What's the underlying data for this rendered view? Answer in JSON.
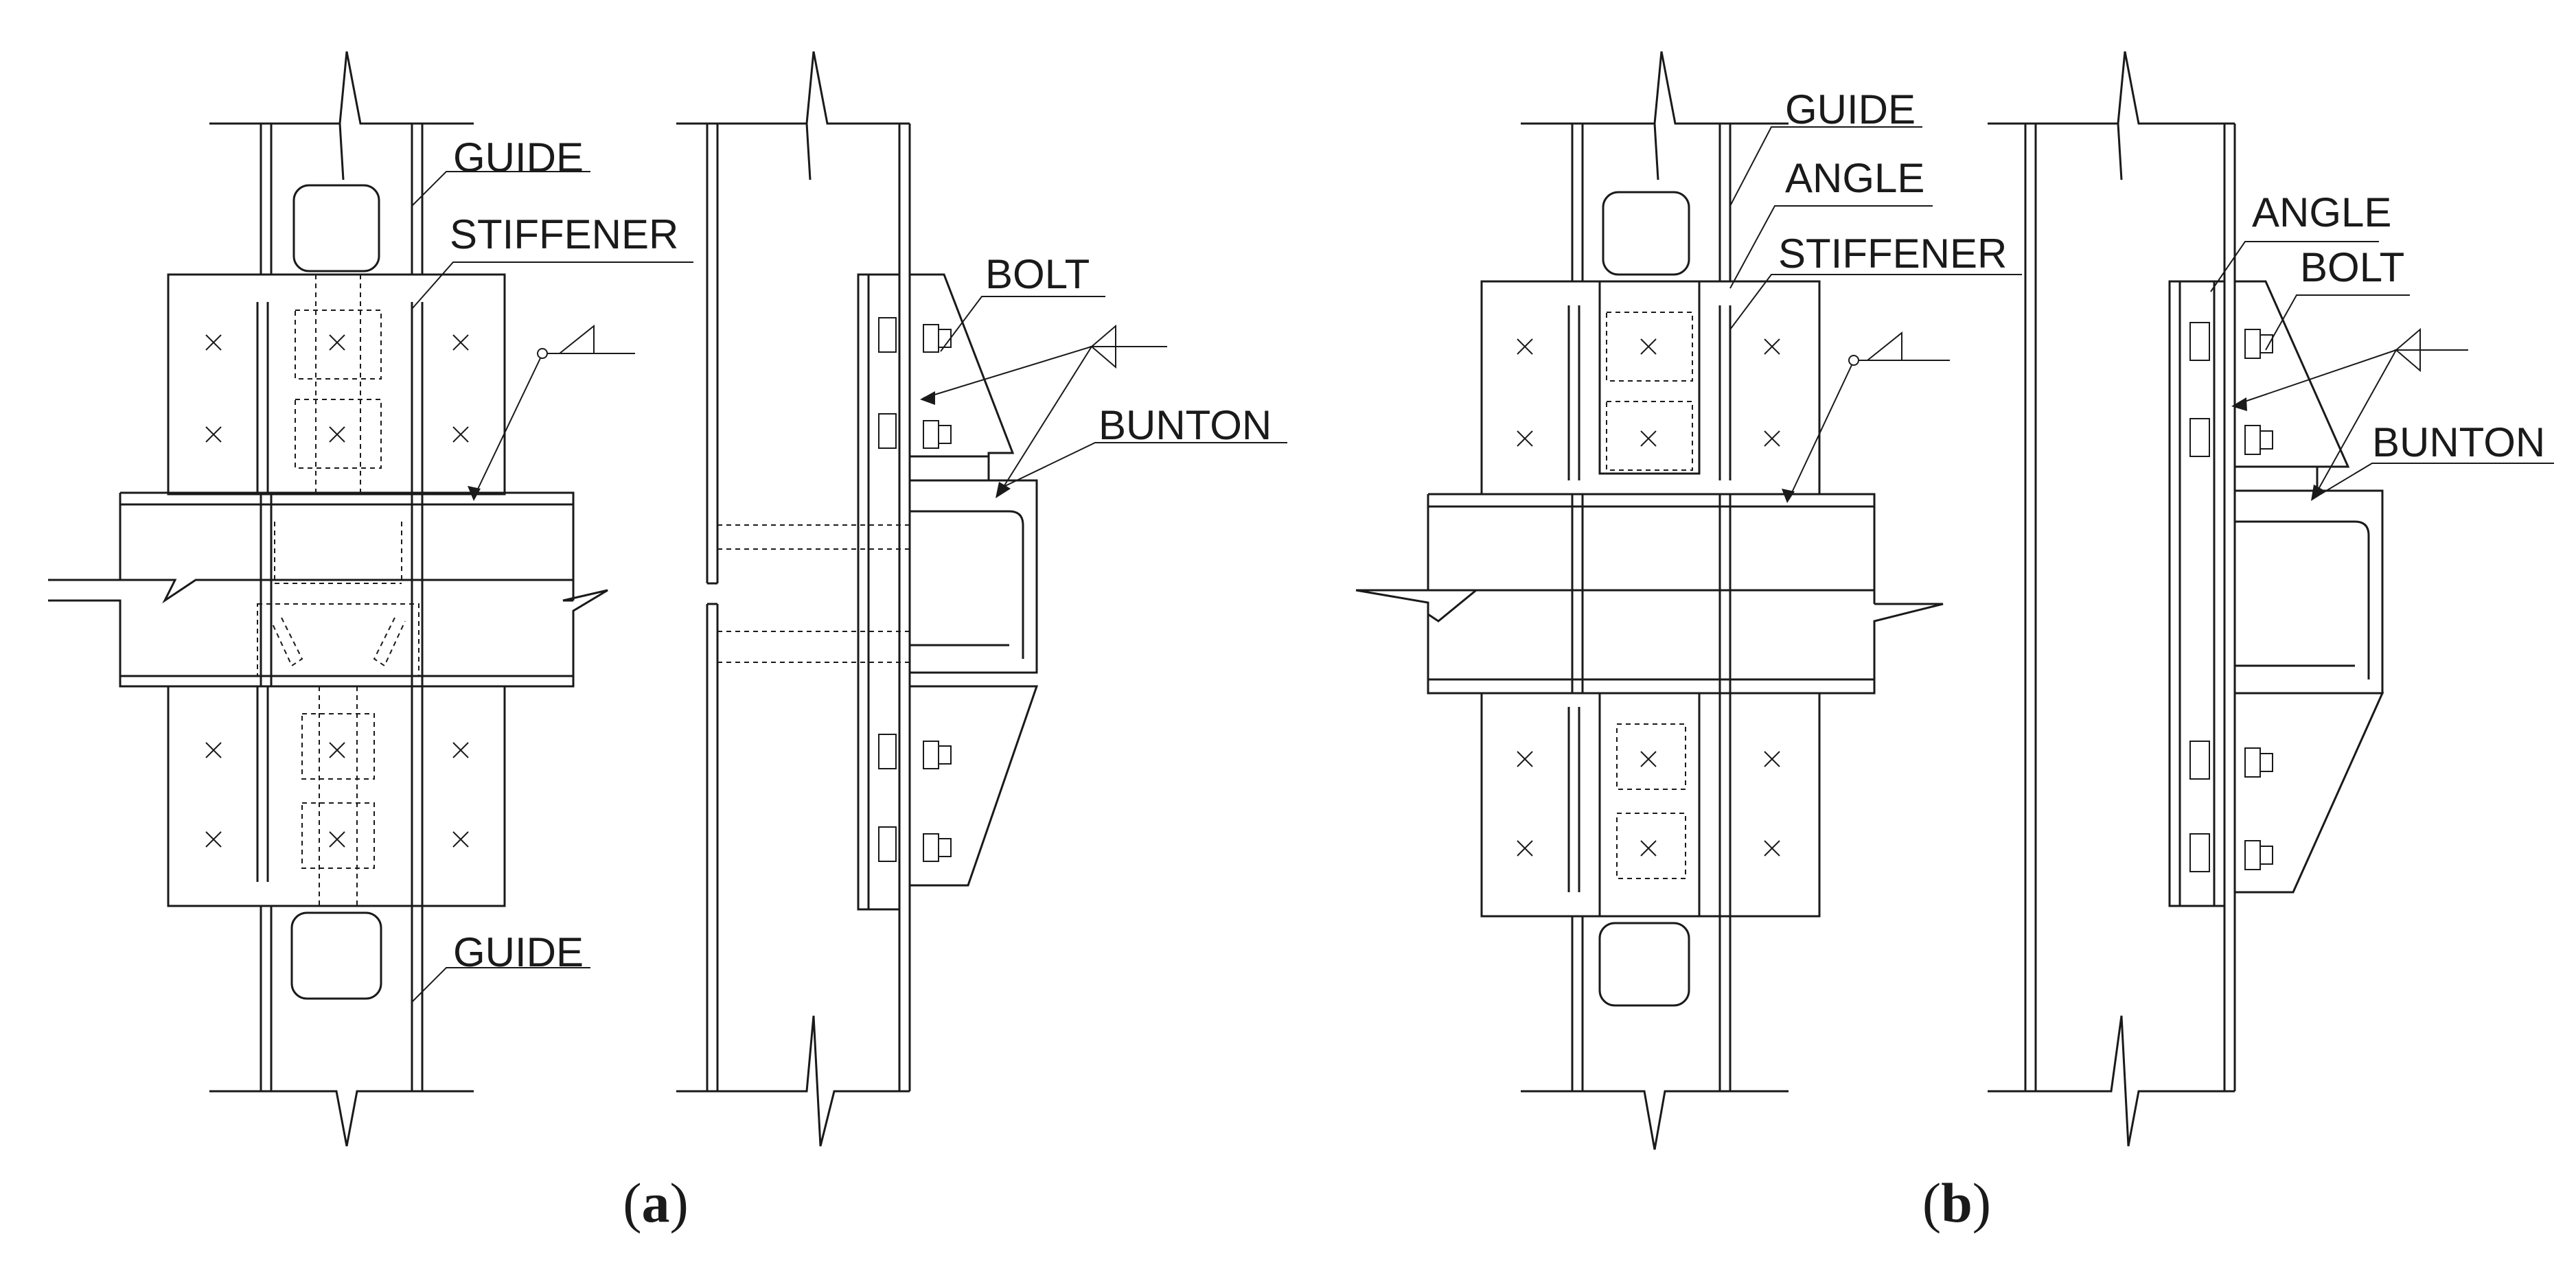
{
  "panel_a": {
    "labels": {
      "guide_top": "GUIDE",
      "stiffener": "STIFFENER",
      "guide_bottom": "GUIDE",
      "bolt": "BOLT",
      "bunton": "BUNTON"
    },
    "caption_letter": "a"
  },
  "panel_b": {
    "labels": {
      "guide": "GUIDE",
      "angle_front": "ANGLE",
      "stiffener": "STIFFENER",
      "angle_side": "ANGLE",
      "bolt": "BOLT",
      "bunton": "BUNTON"
    },
    "caption_letter": "b"
  },
  "caption_paren_open": "(",
  "caption_paren_close": ")",
  "stroke_color": "#1a1a1a"
}
